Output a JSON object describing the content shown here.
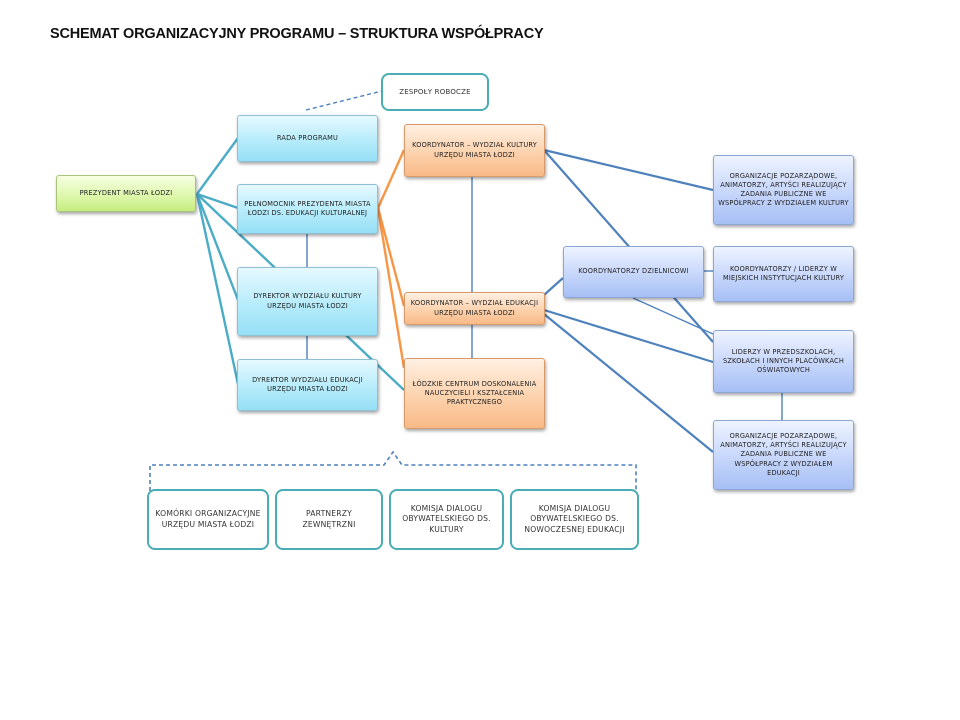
{
  "title": "SCHEMAT ORGANIZACYJNY PROGRAMU – STRUKTURA WSPÓŁPRACY",
  "nodes": {
    "prezydent": "PREZYDENT MIASTA ŁODZI",
    "rada": "RADA PROGRAMU",
    "zespoly": "ZESPOŁY ROBOCZE",
    "pelnomocnik": "PEŁNOMOCNIK PREZYDENTA MIASTA ŁODZI DS. EDUKACJI KULTURALNEJ",
    "dyrektor_kultury": "DYREKTOR WYDZIAŁU KULTURY URZĘDU MIASTA ŁODZI",
    "dyrektor_edukacji": "DYREKTOR WYDZIAŁU EDUKACJI URZĘDU MIASTA ŁODZI",
    "koord_kultury": "KOORDYNATOR – WYDZIAŁ KULTURY URZĘDU MIASTA ŁODZI",
    "koord_edukacji": "KOORDYNATOR – WYDZIAŁ EDUKACJI URZĘDU MIASTA ŁODZI",
    "centrum": "ŁÓDZKIE CENTRUM DOSKONALENIA NAUCZYCIELI I KSZTAŁCENIA PRAKTYCZNEGO",
    "koord_dzielnicowi": "KOORDYNATORZY DZIELNICOWI",
    "org_kultury": "ORGANIZACJE POZARZĄDOWE, ANIMATORZY, ARTYŚCI REALIZUJĄCY ZADANIA PUBLICZNE WE WSPÓŁPRACY Z WYDZIAŁEM KULTURY",
    "liderzy_instytucji": "KOORDYNATORZY / LIDERZY W MIEJSKICH INSTYTUCJACH KULTURY",
    "liderzy_szkol": "LIDERZY W PRZEDSZKOLACH, SZKOŁACH I INNYCH PLACÓWKACH OŚWIATOWYCH",
    "org_edukacji": "ORGANIZACJE POZARZĄDOWE, ANIMATORZY, ARTYŚCI REALIZUJĄCY ZADANIA PUBLICZNE WE WSPÓŁPRACY Z WYDZIAŁEM EDUKACJI",
    "komorki": "KOMÓRKI ORGANIZACYJNE URZĘDU MIASTA ŁODZI",
    "partnerzy": "PARTNERZY ZEWNĘTRZNI",
    "komisja_kultury": "KOMISJA DIALOGU OBYWATELSKIEGO DS. KULTURY",
    "komisja_edukacji": "KOMISJA DIALOGU OBYWATELSKIEGO DS. NOWOCZESNEJ EDUKACJI"
  },
  "colors": {
    "teal_line": "#4bacc6",
    "orange_line": "#f79646",
    "blue_line": "#4f81bd"
  }
}
